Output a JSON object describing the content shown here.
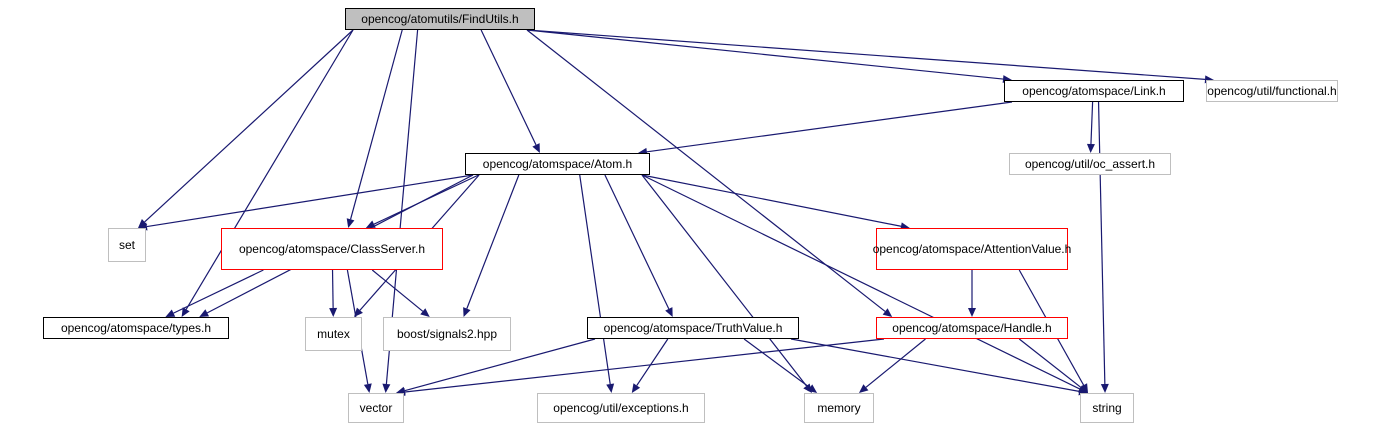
{
  "nodes": [
    {
      "id": "findutils",
      "label": "opencog/atomutils/FindUtils.h",
      "style": "root"
    },
    {
      "id": "link",
      "label": "opencog/atomspace/Link.h",
      "style": "black"
    },
    {
      "id": "functional",
      "label": "opencog/util/functional.h",
      "style": "gray"
    },
    {
      "id": "atom",
      "label": "opencog/atomspace/Atom.h",
      "style": "black"
    },
    {
      "id": "oc_assert",
      "label": "opencog/util/oc_assert.h",
      "style": "gray"
    },
    {
      "id": "set",
      "label": "set",
      "style": "gray"
    },
    {
      "id": "classserver",
      "label": "opencog/atomspace/ClassServer.h",
      "style": "red"
    },
    {
      "id": "attention",
      "label": "opencog/atomspace/Attention\nValue.h",
      "style": "red"
    },
    {
      "id": "types",
      "label": "opencog/atomspace/types.h",
      "style": "black"
    },
    {
      "id": "mutex",
      "label": "mutex",
      "style": "gray"
    },
    {
      "id": "signals2",
      "label": "boost/signals2.hpp",
      "style": "gray"
    },
    {
      "id": "truthvalue",
      "label": "opencog/atomspace/TruthValue.h",
      "style": "black"
    },
    {
      "id": "handle",
      "label": "opencog/atomspace/Handle.h",
      "style": "red"
    },
    {
      "id": "vector",
      "label": "vector",
      "style": "gray"
    },
    {
      "id": "exceptions",
      "label": "opencog/util/exceptions.h",
      "style": "gray"
    },
    {
      "id": "memory",
      "label": "memory",
      "style": "gray"
    },
    {
      "id": "string",
      "label": "string",
      "style": "gray"
    }
  ],
  "edges": [
    [
      "findutils",
      "link"
    ],
    [
      "findutils",
      "functional"
    ],
    [
      "findutils",
      "atom"
    ],
    [
      "findutils",
      "set"
    ],
    [
      "findutils",
      "classserver"
    ],
    [
      "findutils",
      "types"
    ],
    [
      "findutils",
      "handle"
    ],
    [
      "findutils",
      "vector"
    ],
    [
      "link",
      "atom"
    ],
    [
      "link",
      "oc_assert"
    ],
    [
      "link",
      "string"
    ],
    [
      "atom",
      "set"
    ],
    [
      "atom",
      "classserver"
    ],
    [
      "atom",
      "attention"
    ],
    [
      "atom",
      "types"
    ],
    [
      "atom",
      "mutex"
    ],
    [
      "atom",
      "signals2"
    ],
    [
      "atom",
      "truthvalue"
    ],
    [
      "atom",
      "exceptions"
    ],
    [
      "atom",
      "memory"
    ],
    [
      "atom",
      "string"
    ],
    [
      "classserver",
      "types"
    ],
    [
      "classserver",
      "mutex"
    ],
    [
      "classserver",
      "signals2"
    ],
    [
      "classserver",
      "vector"
    ],
    [
      "attention",
      "handle"
    ],
    [
      "attention",
      "string"
    ],
    [
      "truthvalue",
      "vector"
    ],
    [
      "truthvalue",
      "exceptions"
    ],
    [
      "truthvalue",
      "memory"
    ],
    [
      "truthvalue",
      "string"
    ],
    [
      "handle",
      "vector"
    ],
    [
      "handle",
      "memory"
    ],
    [
      "handle",
      "string"
    ]
  ],
  "colors": {
    "edge": "#191970",
    "root_fill": "#bfbfbf",
    "black_border": "#000000",
    "red_border": "#ff0000",
    "gray_border": "#bfbfbf"
  }
}
